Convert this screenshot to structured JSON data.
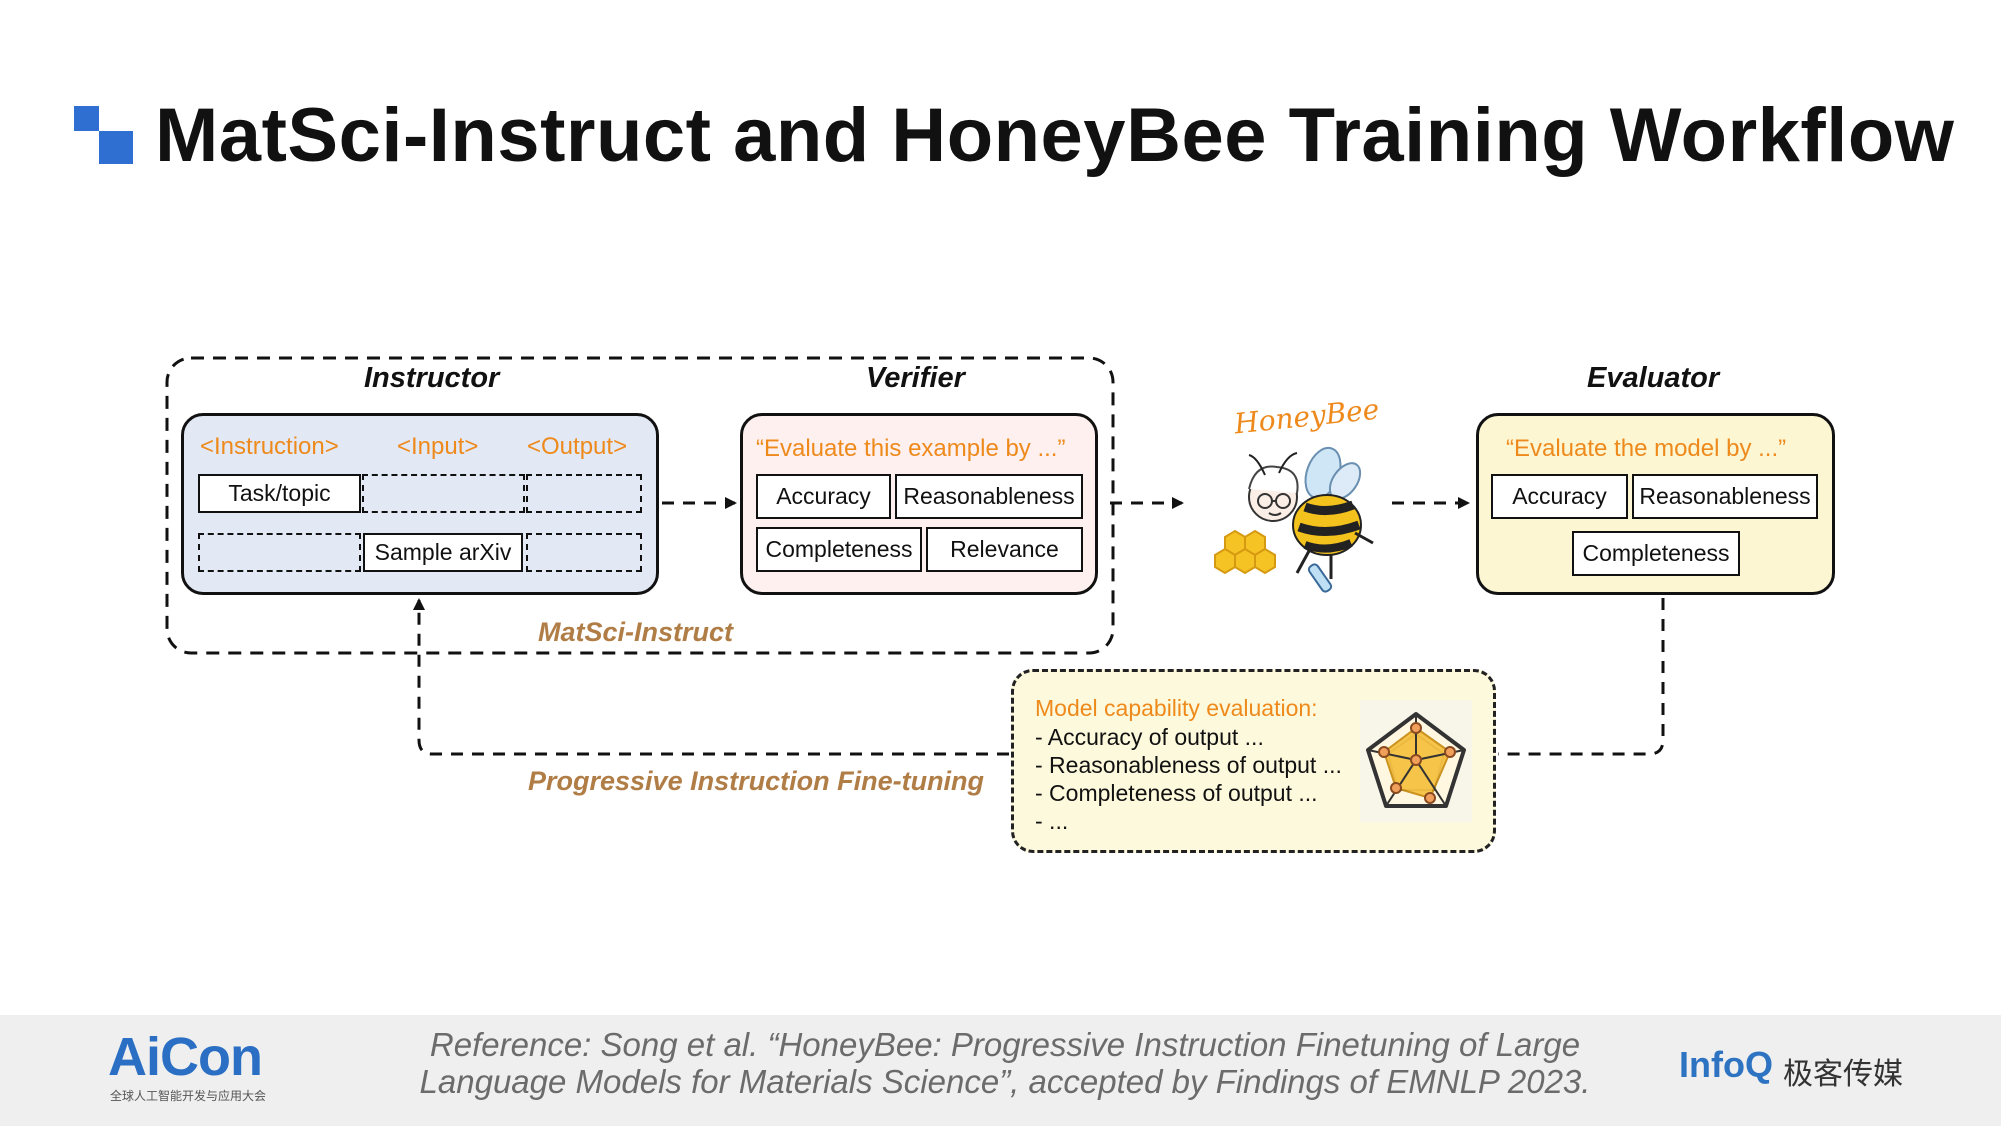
{
  "title": "MatSci-Instruct and HoneyBee Training Workflow",
  "instructor": {
    "heading": "Instructor",
    "tags": [
      "<Instruction>",
      "<Input>",
      "<Output>"
    ],
    "cells": {
      "task": "Task/topic",
      "sample": "Sample arXiv"
    }
  },
  "verifier": {
    "heading": "Verifier",
    "prompt": "“Evaluate this example by ...”",
    "criteria": [
      "Accuracy",
      "Reasonableness",
      "Completeness",
      "Relevance"
    ]
  },
  "honeybee": {
    "label": "HoneyBee"
  },
  "evaluator": {
    "heading": "Evaluator",
    "prompt": "“Evaluate the model by ...”",
    "criteria": [
      "Accuracy",
      "Reasonableness",
      "Completeness"
    ]
  },
  "matsci_caption": "MatSci-Instruct",
  "progressive_caption": "Progressive Instruction Fine-tuning",
  "capability": {
    "heading": "Model capability evaluation:",
    "items": [
      "- Accuracy of output ...",
      "- Reasonableness of output ...",
      "- Completeness of output ...",
      "- ..."
    ]
  },
  "footer": {
    "reference_line1": "Reference: Song et al. “HoneyBee: Progressive Instruction Finetuning of Large",
    "reference_line2": "Language Models for Materials Science”, accepted by Findings of EMNLP 2023.",
    "aicon_logo": "AiCon",
    "aicon_sub": "全球人工智能开发与应用大会",
    "infoq_logo": "InfoQ",
    "infoq_cn": "极客传媒"
  },
  "colors": {
    "accent_blue": "#2f6fd1",
    "orange": "#ee8a1c",
    "caption_brown": "#b07d46"
  },
  "icons": [
    "title-square-icon",
    "honeybee-mascot-icon",
    "radar-chart-icon"
  ]
}
